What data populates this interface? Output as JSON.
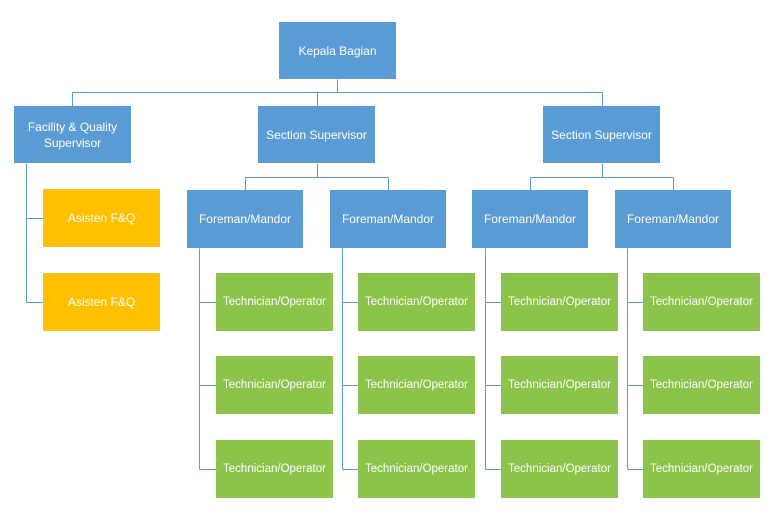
{
  "colors": {
    "blue_box": "#5b9bd5",
    "orange_box": "#ffc000",
    "green_box": "#8cc34a",
    "connector": "#5b9bd5",
    "text": "#ffffff"
  },
  "root": {
    "label": "Kepala Bagian"
  },
  "facility_supervisor": {
    "label": "Facility & Quality Supervisor",
    "assistants": [
      "Asisten F&Q",
      "Asisten F&Q"
    ]
  },
  "section_supervisors": [
    {
      "label": "Section Supervisor",
      "foremen": [
        {
          "label": "Foreman/Mandor",
          "technicians": [
            "Technician/Operator",
            "Technician/Operator",
            "Technician/Operator"
          ]
        },
        {
          "label": "Foreman/Mandor",
          "technicians": [
            "Technician/Operator",
            "Technician/Operator",
            "Technician/Operator"
          ]
        }
      ]
    },
    {
      "label": "Section Supervisor",
      "foremen": [
        {
          "label": "Foreman/Mandor",
          "technicians": [
            "Technician/Operator",
            "Technician/Operator",
            "Technician/Operator"
          ]
        },
        {
          "label": "Foreman/Mandor",
          "technicians": [
            "Technician/Operator",
            "Technician/Operator",
            "Technician/Operator"
          ]
        }
      ]
    }
  ]
}
